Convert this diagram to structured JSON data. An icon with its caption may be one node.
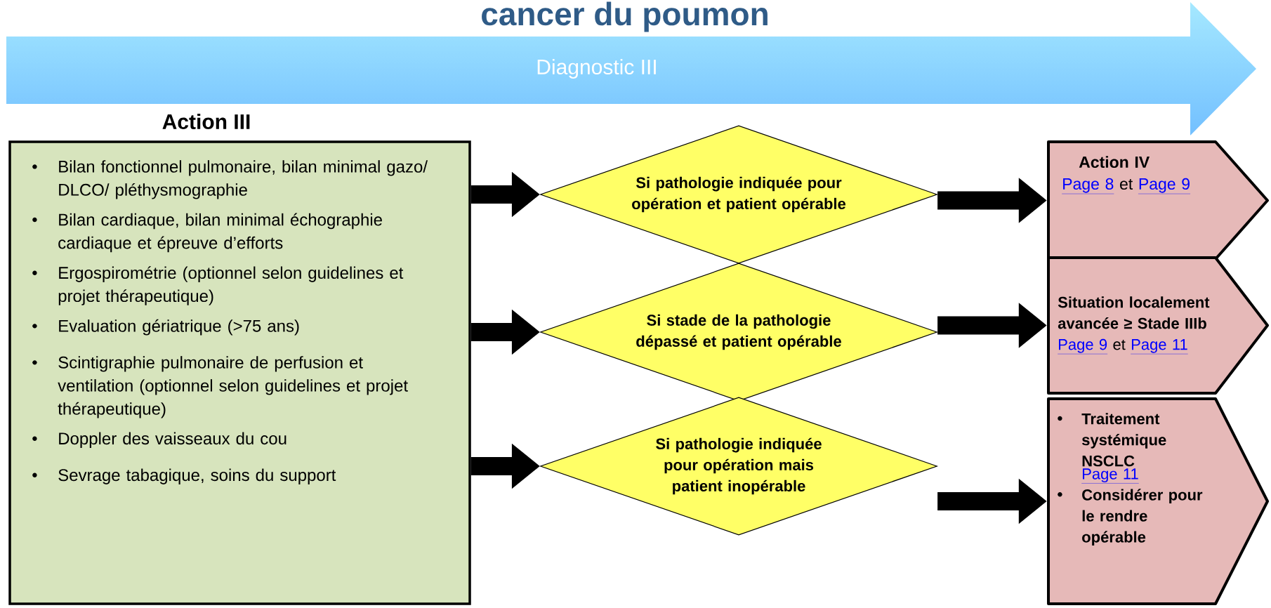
{
  "diagram": {
    "title": "cancer du poumon",
    "nodes": [
      {
        "text": [
          "Diagnostic III"
        ]
      },
      {
        "text": [
          "Action III",
          "Bilan fonctionnel pulmonaire, bilan minimal gazo/ DLCO/ pléthysmographie",
          "Bilan cardiaque, bilan minimal échographie cardiaque et épreuve d’efforts",
          "Ergospirométrie (optionnel selon guidelines et projet thérapeutique)",
          "Evaluation gériatrique (>75 ans)",
          "Scintigraphie pulmonaire de perfusion et ventilation (optionnel selon guidelines et projet thérapeutique)",
          "Doppler des vaisseaux du cou",
          "Sevrage tabagique, soins du support"
        ]
      },
      {
        "text": [
          "Si pathologie indiquée pour opération et patient opérable"
        ]
      },
      {
        "text": [
          "Si stade de la pathologie dépassé et patient opérable"
        ]
      },
      {
        "text": [
          "Si pathologie indiquée pour opération mais patient inopérable"
        ]
      },
      {
        "text": [
          "Action IV",
          "Page 8",
          "et",
          "Page 9"
        ]
      },
      {
        "text": [
          "Situation localement avancée ≥ Stade IIIb",
          "Page 9",
          "et",
          "Page 11"
        ]
      },
      {
        "text": [
          "Traitement systémique NSCLC",
          "Page 11",
          "Considérer pour le rendre opérable"
        ]
      }
    ],
    "edges": [
      {
        "from": 1,
        "to": 2,
        "arrow": "to"
      },
      {
        "from": 1,
        "to": 3,
        "arrow": "to"
      },
      {
        "from": 1,
        "to": 4,
        "arrow": "to"
      },
      {
        "from": 2,
        "to": 5,
        "arrow": "to"
      },
      {
        "from": 3,
        "to": 6,
        "arrow": "to"
      },
      {
        "from": 4,
        "to": 7,
        "arrow": "to"
      }
    ]
  }
}
